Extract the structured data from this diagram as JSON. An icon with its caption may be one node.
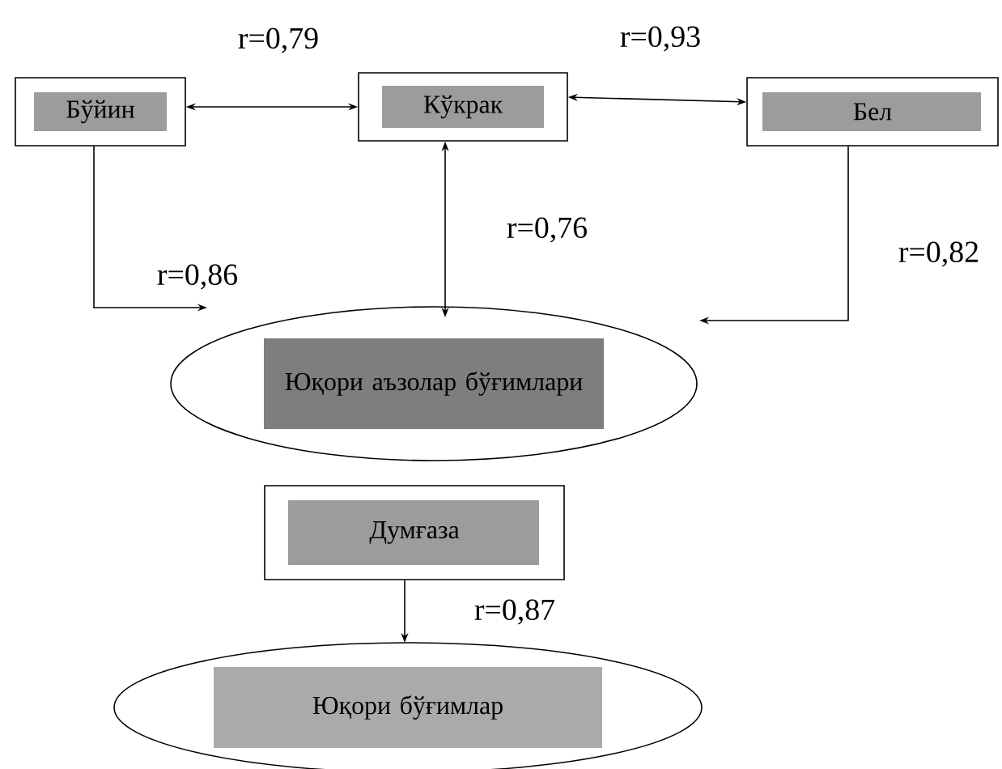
{
  "diagram": {
    "nodes": [
      {
        "text": [
          "Бўйин"
        ]
      },
      {
        "text": [
          "Кўкрак"
        ]
      },
      {
        "text": [
          "Бел"
        ]
      },
      {
        "text": [
          "Юқори аъзолар бўғимлари"
        ]
      },
      {
        "text": [
          "Думғаза"
        ]
      },
      {
        "text": [
          "Юқори бўғимлар"
        ]
      }
    ],
    "edges": [
      {
        "from": 0,
        "to": 1,
        "arrow": "both",
        "label": "r=0,79"
      },
      {
        "from": 1,
        "to": 2,
        "arrow": "both",
        "label": "r=0,93"
      },
      {
        "from": 1,
        "to": 3,
        "arrow": "both",
        "label": "r=0,76"
      },
      {
        "from": 0,
        "to": 3,
        "arrow": "to",
        "label": "r=0,86"
      },
      {
        "from": 2,
        "to": 3,
        "arrow": "to",
        "label": "r=0,82"
      },
      {
        "from": 4,
        "to": 5,
        "arrow": "to",
        "label": "r=0,87"
      }
    ]
  }
}
